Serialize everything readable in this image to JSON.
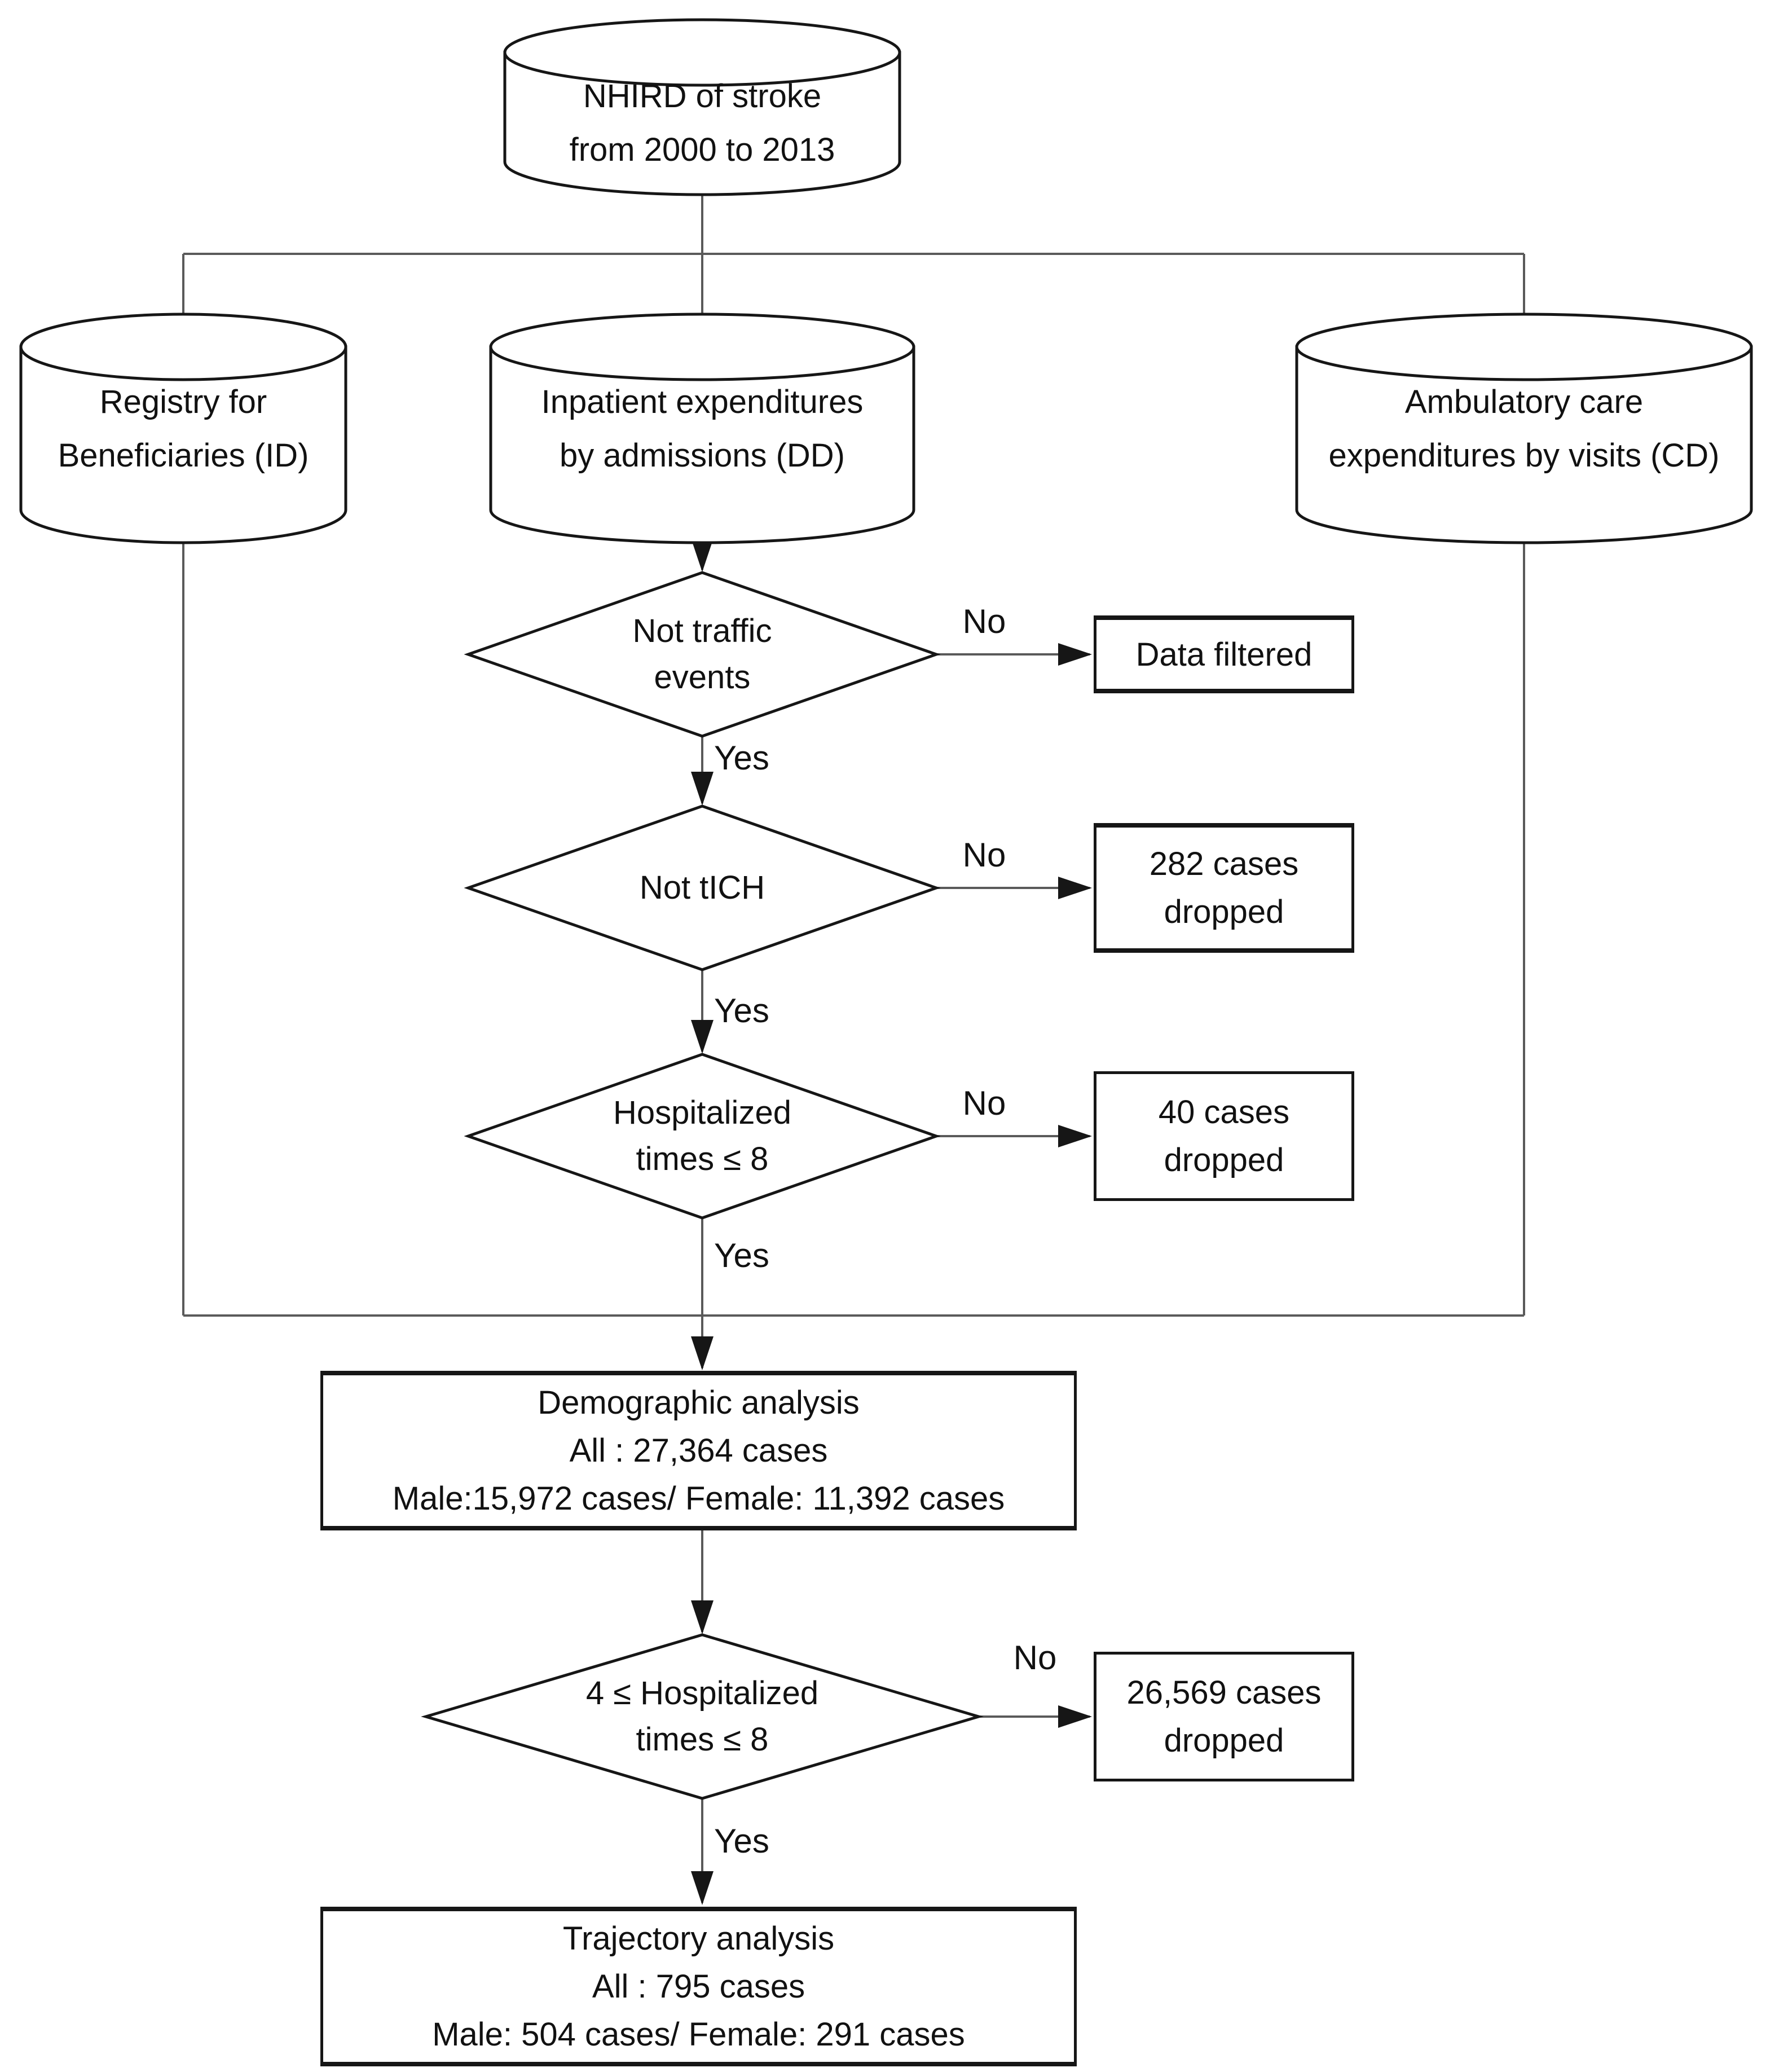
{
  "nodes": {
    "nhird": {
      "line1": "NHIRD of stroke",
      "line2": "from 2000 to 2013"
    },
    "registry": {
      "line1": "Registry for",
      "line2": "Beneficiaries (ID)"
    },
    "inpatient": {
      "line1": "Inpatient expenditures",
      "line2": "by admissions (DD)"
    },
    "ambulatory": {
      "line1": "Ambulatory care",
      "line2": "expenditures by visits (CD)"
    },
    "decision_traffic": {
      "line1": "Not traffic",
      "line2": "events"
    },
    "decision_tich": {
      "line1": "Not tICH"
    },
    "decision_hospitalized": {
      "line1": "Hospitalized",
      "line2": "times ≤ 8"
    },
    "decision_range": {
      "line1": "4 ≤ Hospitalized",
      "line2": "times ≤ 8"
    },
    "box_filtered": {
      "line1": "Data filtered"
    },
    "box_282": {
      "line1": "282 cases",
      "line2": "dropped"
    },
    "box_40": {
      "line1": "40 cases",
      "line2": "dropped"
    },
    "box_26569": {
      "line1": "26,569 cases",
      "line2": "dropped"
    },
    "demographic": {
      "line1": "Demographic analysis",
      "line2": "All : 27,364 cases",
      "line3": "Male:15,972 cases/ Female: 11,392 cases"
    },
    "trajectory": {
      "line1": "Trajectory analysis",
      "line2": "All : 795 cases",
      "line3": "Male: 504 cases/ Female: 291 cases"
    }
  },
  "labels": {
    "yes1": "Yes",
    "yes2": "Yes",
    "yes3": "Yes",
    "yes4": "Yes",
    "no1": "No",
    "no2": "No",
    "no3": "No",
    "no4": "No"
  },
  "colors": {
    "background": "#ffffff",
    "connector": "#5a5a5a",
    "shape_stroke": "#161616",
    "text": "#111111"
  }
}
